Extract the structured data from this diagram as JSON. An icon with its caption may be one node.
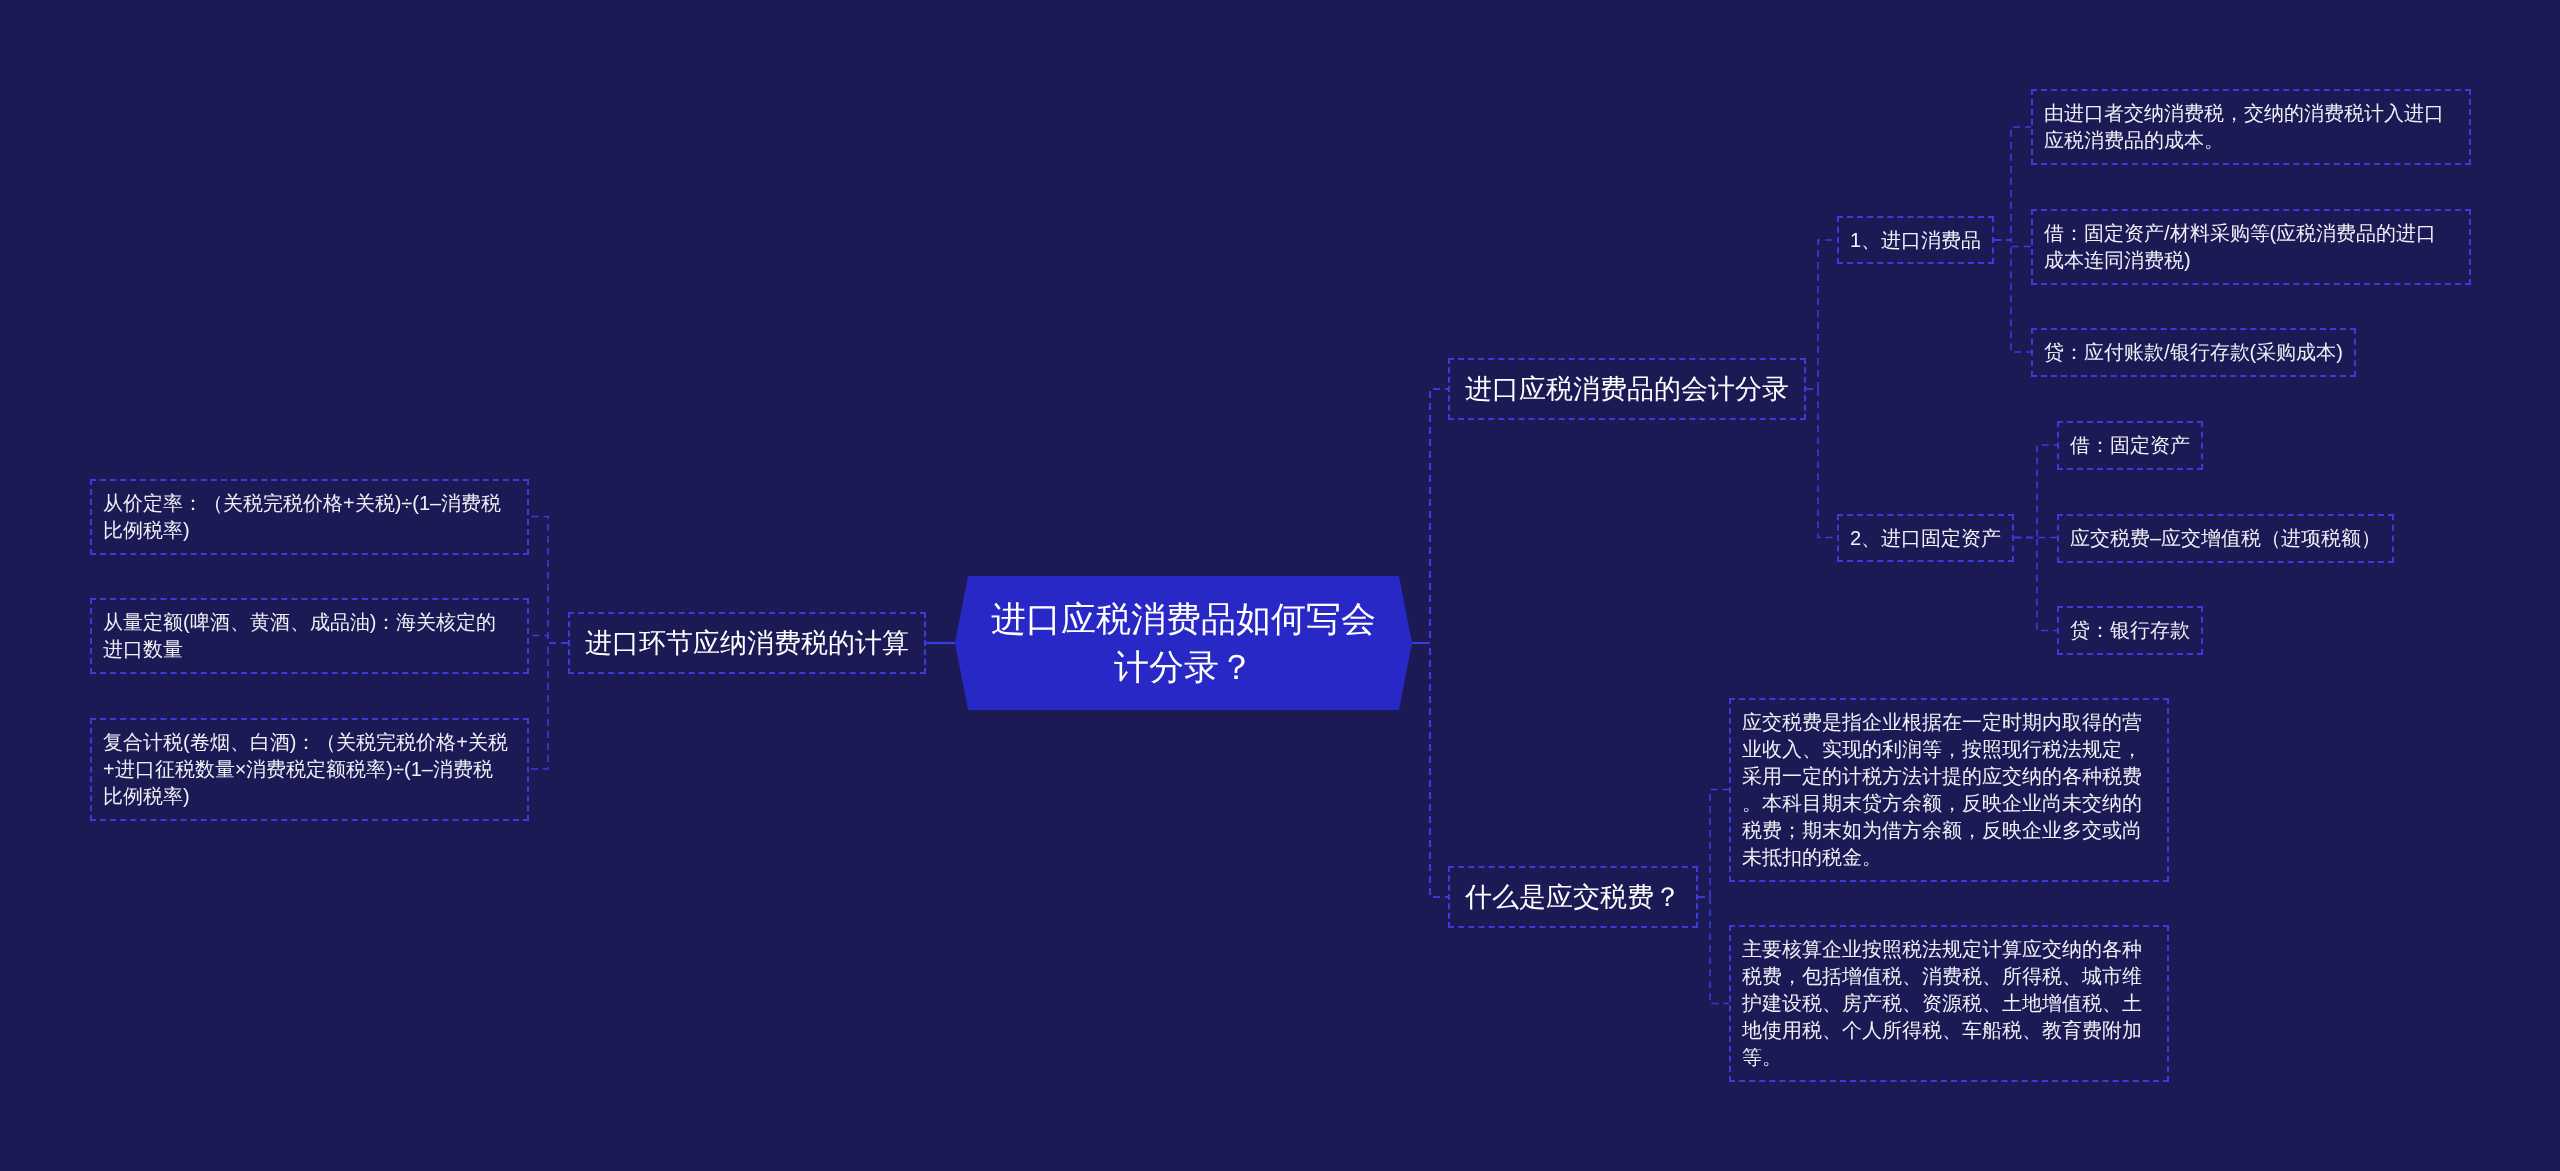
{
  "diagram": {
    "nodes": [
      {
        "text": [
          "进口应税消费品如何写会计分录？"
        ]
      },
      {
        "text": [
          "进口应税消费品的会计分录"
        ]
      },
      {
        "text": [
          "1、进口消费品"
        ]
      },
      {
        "text": [
          "由进口者交纳消费税，交纳的消费税计入进口应税消费品的成本。"
        ]
      },
      {
        "text": [
          "借：固定资产/材料采购等(应税消费品的进口成本连同消费税)"
        ]
      },
      {
        "text": [
          "贷：应付账款/银行存款(采购成本)"
        ]
      },
      {
        "text": [
          "2、进口固定资产"
        ]
      },
      {
        "text": [
          "借：固定资产"
        ]
      },
      {
        "text": [
          "应交税费–应交增值税（进项税额）"
        ]
      },
      {
        "text": [
          "贷：银行存款"
        ]
      },
      {
        "text": [
          "什么是应交税费？"
        ]
      },
      {
        "text": [
          "应交税费是指企业根据在一定时期内取得的营业收入、实现的利润等，按照现行税法规定，采用一定的计税方法计提的应交纳的各种税费。本科目期末贷方余额，反映企业尚未交纳的税费；期末如为借方余额，反映企业多交或尚未抵扣的税金。"
        ]
      },
      {
        "text": [
          "主要核算企业按照税法规定计算应交纳的各种税费，包括增值税、消费税、所得税、城市维护建设税、房产税、资源税、土地增值税、土地使用税、个人所得税、车船税、教育费附加等。"
        ]
      },
      {
        "text": [
          "进口环节应纳消费税的计算"
        ]
      },
      {
        "text": [
          "从价定率：（关税完税价格+关税)÷(1–消费税比例税率)"
        ]
      },
      {
        "text": [
          "从量定额(啤酒、黄酒、成品油)：海关核定的进口数量"
        ]
      },
      {
        "text": [
          "复合计税(卷烟、白酒)：（关税完税价格+关税+进口征税数量×消费税定额税率)÷(1–消费税比例税率)"
        ]
      }
    ],
    "edges": [
      {
        "from": 0,
        "to": 1,
        "arrow": "none",
        "style": "dashed"
      },
      {
        "from": 1,
        "to": 2,
        "arrow": "none",
        "style": "dashed"
      },
      {
        "from": 2,
        "to": 3,
        "arrow": "none",
        "style": "dashed"
      },
      {
        "from": 2,
        "to": 4,
        "arrow": "none",
        "style": "dashed"
      },
      {
        "from": 2,
        "to": 5,
        "arrow": "none",
        "style": "dashed"
      },
      {
        "from": 1,
        "to": 6,
        "arrow": "none",
        "style": "dashed"
      },
      {
        "from": 6,
        "to": 7,
        "arrow": "none",
        "style": "dashed"
      },
      {
        "from": 6,
        "to": 8,
        "arrow": "none",
        "style": "dashed"
      },
      {
        "from": 6,
        "to": 9,
        "arrow": "none",
        "style": "dashed"
      },
      {
        "from": 0,
        "to": 10,
        "arrow": "none",
        "style": "dashed"
      },
      {
        "from": 10,
        "to": 11,
        "arrow": "none",
        "style": "dashed"
      },
      {
        "from": 10,
        "to": 12,
        "arrow": "none",
        "style": "dashed"
      },
      {
        "from": 0,
        "to": 13,
        "arrow": "none"
      },
      {
        "from": 13,
        "to": 14,
        "arrow": "none",
        "style": "dashed"
      },
      {
        "from": 13,
        "to": 15,
        "arrow": "none",
        "style": "dashed"
      },
      {
        "from": 13,
        "to": 16,
        "arrow": "none",
        "style": "dashed"
      }
    ]
  }
}
